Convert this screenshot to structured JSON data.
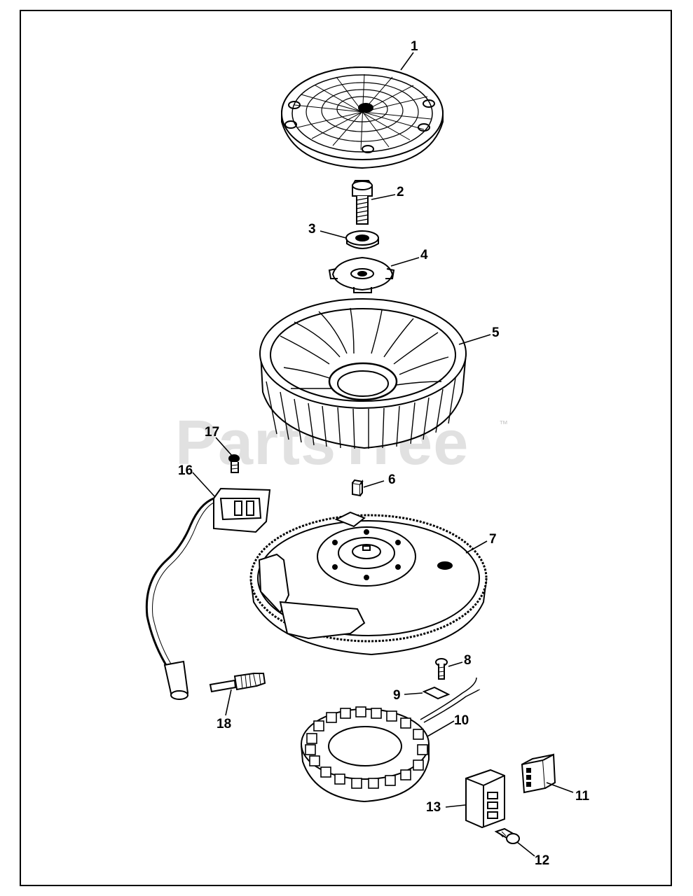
{
  "watermark": {
    "text": "PartsTree",
    "tm": "™"
  },
  "callouts": {
    "c1": "1",
    "c2": "2",
    "c3": "3",
    "c4": "4",
    "c5": "5",
    "c6": "6",
    "c7": "7",
    "c8": "8",
    "c9": "9",
    "c10": "10",
    "c11": "11",
    "c12": "12",
    "c13": "13",
    "c16": "16",
    "c17": "17",
    "c18": "18"
  },
  "colors": {
    "line": "#000000",
    "background": "#ffffff",
    "watermark": "#d8d8d8"
  }
}
